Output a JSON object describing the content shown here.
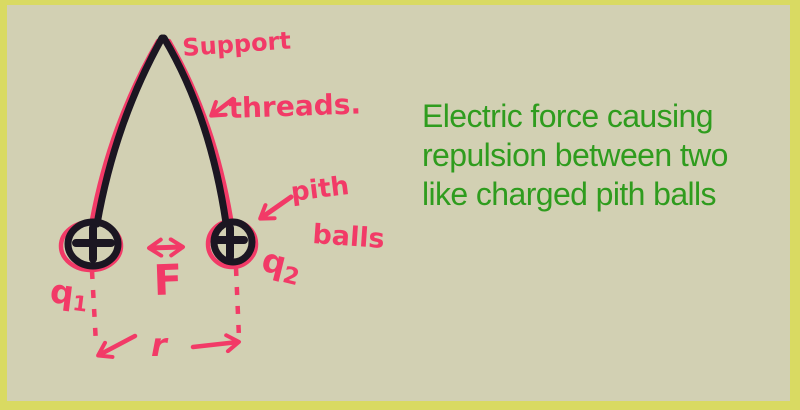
{
  "palette": {
    "frame_border": "#d9da62",
    "paper_background": "#d2d0b3",
    "ink_black": "#1b1622",
    "marker_pink": "#f23a67",
    "caption_green": "#2f9c1e"
  },
  "caption": {
    "lines": [
      "Electric force causing",
      "repulsion between two",
      "like charged pith balls"
    ]
  },
  "labels": {
    "support": "Support",
    "threads": "threads.",
    "pith": "pith",
    "balls": "balls",
    "force": "F",
    "distance": "r",
    "charge_left": {
      "base": "q",
      "sub": "1"
    },
    "charge_right": {
      "base": "q",
      "sub": "2"
    }
  },
  "icons": {
    "plus_charge": "+",
    "double_arrow": "↔",
    "pointer_arrow": "←"
  }
}
